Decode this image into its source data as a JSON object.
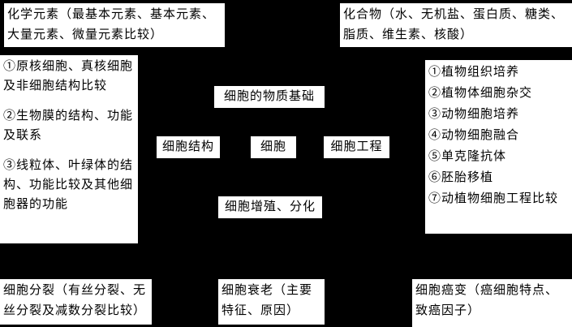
{
  "colors": {
    "background": "#000000",
    "node_background": "#ffffff",
    "node_text": "#000000"
  },
  "nodes": {
    "chemical_elements": {
      "label": "化学元素（最基本元素、基本元素、大量元素、微量元素比较）"
    },
    "compounds": {
      "label": "化合物（水、无机盐、蛋白质、糖类、脂质、维生素、核酸）"
    },
    "structure_details": {
      "items": [
        "①原核细胞、真核细胞及非细胞结构比较",
        "②生物膜的结构、功能及联系",
        "③线粒体、叶绿体的结构、功能比较及其他细胞器的功能"
      ]
    },
    "material_basis": {
      "label": "细胞的物质基础"
    },
    "cell_structure": {
      "label": "细胞结构"
    },
    "cell": {
      "label": "细胞"
    },
    "cell_engineering": {
      "label": "细胞工程"
    },
    "engineering_details": {
      "items": [
        "①植物组织培养",
        "②植物体细胞杂交",
        "③动物细胞培养",
        "④动物细胞融合",
        "⑤单克隆抗体",
        "⑥胚胎移植",
        "⑦动植物细胞工程比较"
      ]
    },
    "proliferation": {
      "label": "细胞增殖、分化"
    },
    "division": {
      "label": "细胞分裂（有丝分裂、无丝分裂及减数分裂比较）"
    },
    "aging": {
      "label": "细胞衰老（主要特征、原因）"
    },
    "canceration": {
      "label": "细胞癌变（癌细胞特点、致癌因子）"
    }
  }
}
